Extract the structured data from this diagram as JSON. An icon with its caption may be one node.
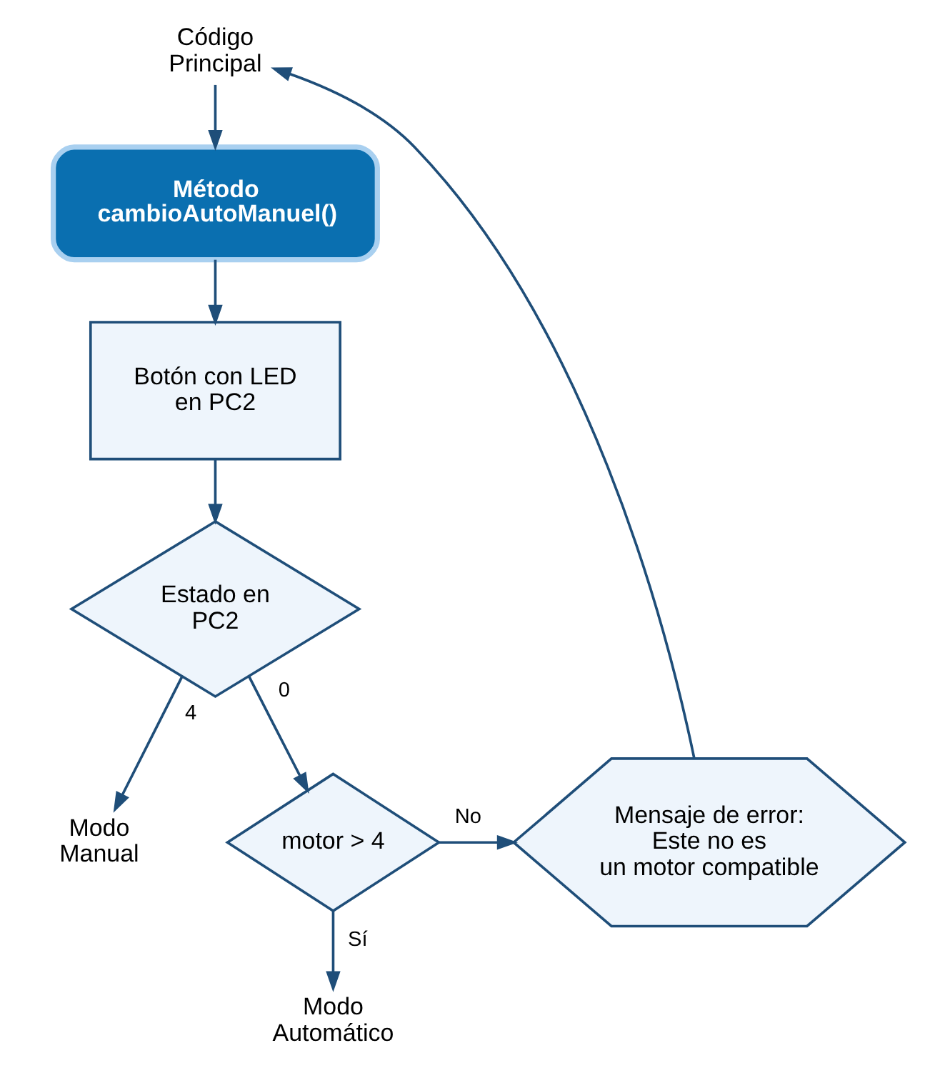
{
  "diagram": {
    "nodes": [
      {
        "text": [
          "Código Principal"
        ]
      },
      {
        "text": [
          "Método cambioAutoManuel()"
        ]
      },
      {
        "text": [
          "Botón con LED en PC2"
        ]
      },
      {
        "text": [
          "Estado en PC2"
        ]
      },
      {
        "text": [
          "Modo Manual"
        ]
      },
      {
        "text": [
          "motor > 4"
        ]
      },
      {
        "text": [
          "Modo Automático"
        ]
      },
      {
        "text": [
          "Mensaje de error: Este no es un motor compatible"
        ]
      }
    ],
    "edges": [
      {
        "from": 0,
        "to": 1,
        "arrow": "to"
      },
      {
        "from": 1,
        "to": 2,
        "arrow": "to"
      },
      {
        "from": 2,
        "to": 3,
        "arrow": "to"
      },
      {
        "from": 3,
        "to": 4,
        "arrow": "to",
        "label": "4"
      },
      {
        "from": 3,
        "to": 5,
        "arrow": "to",
        "label": "0"
      },
      {
        "from": 5,
        "to": 7,
        "arrow": "to",
        "label": "No"
      },
      {
        "from": 5,
        "to": 6,
        "arrow": "to",
        "label": "Sí"
      },
      {
        "from": 7,
        "to": 0,
        "arrow": "to"
      }
    ]
  }
}
